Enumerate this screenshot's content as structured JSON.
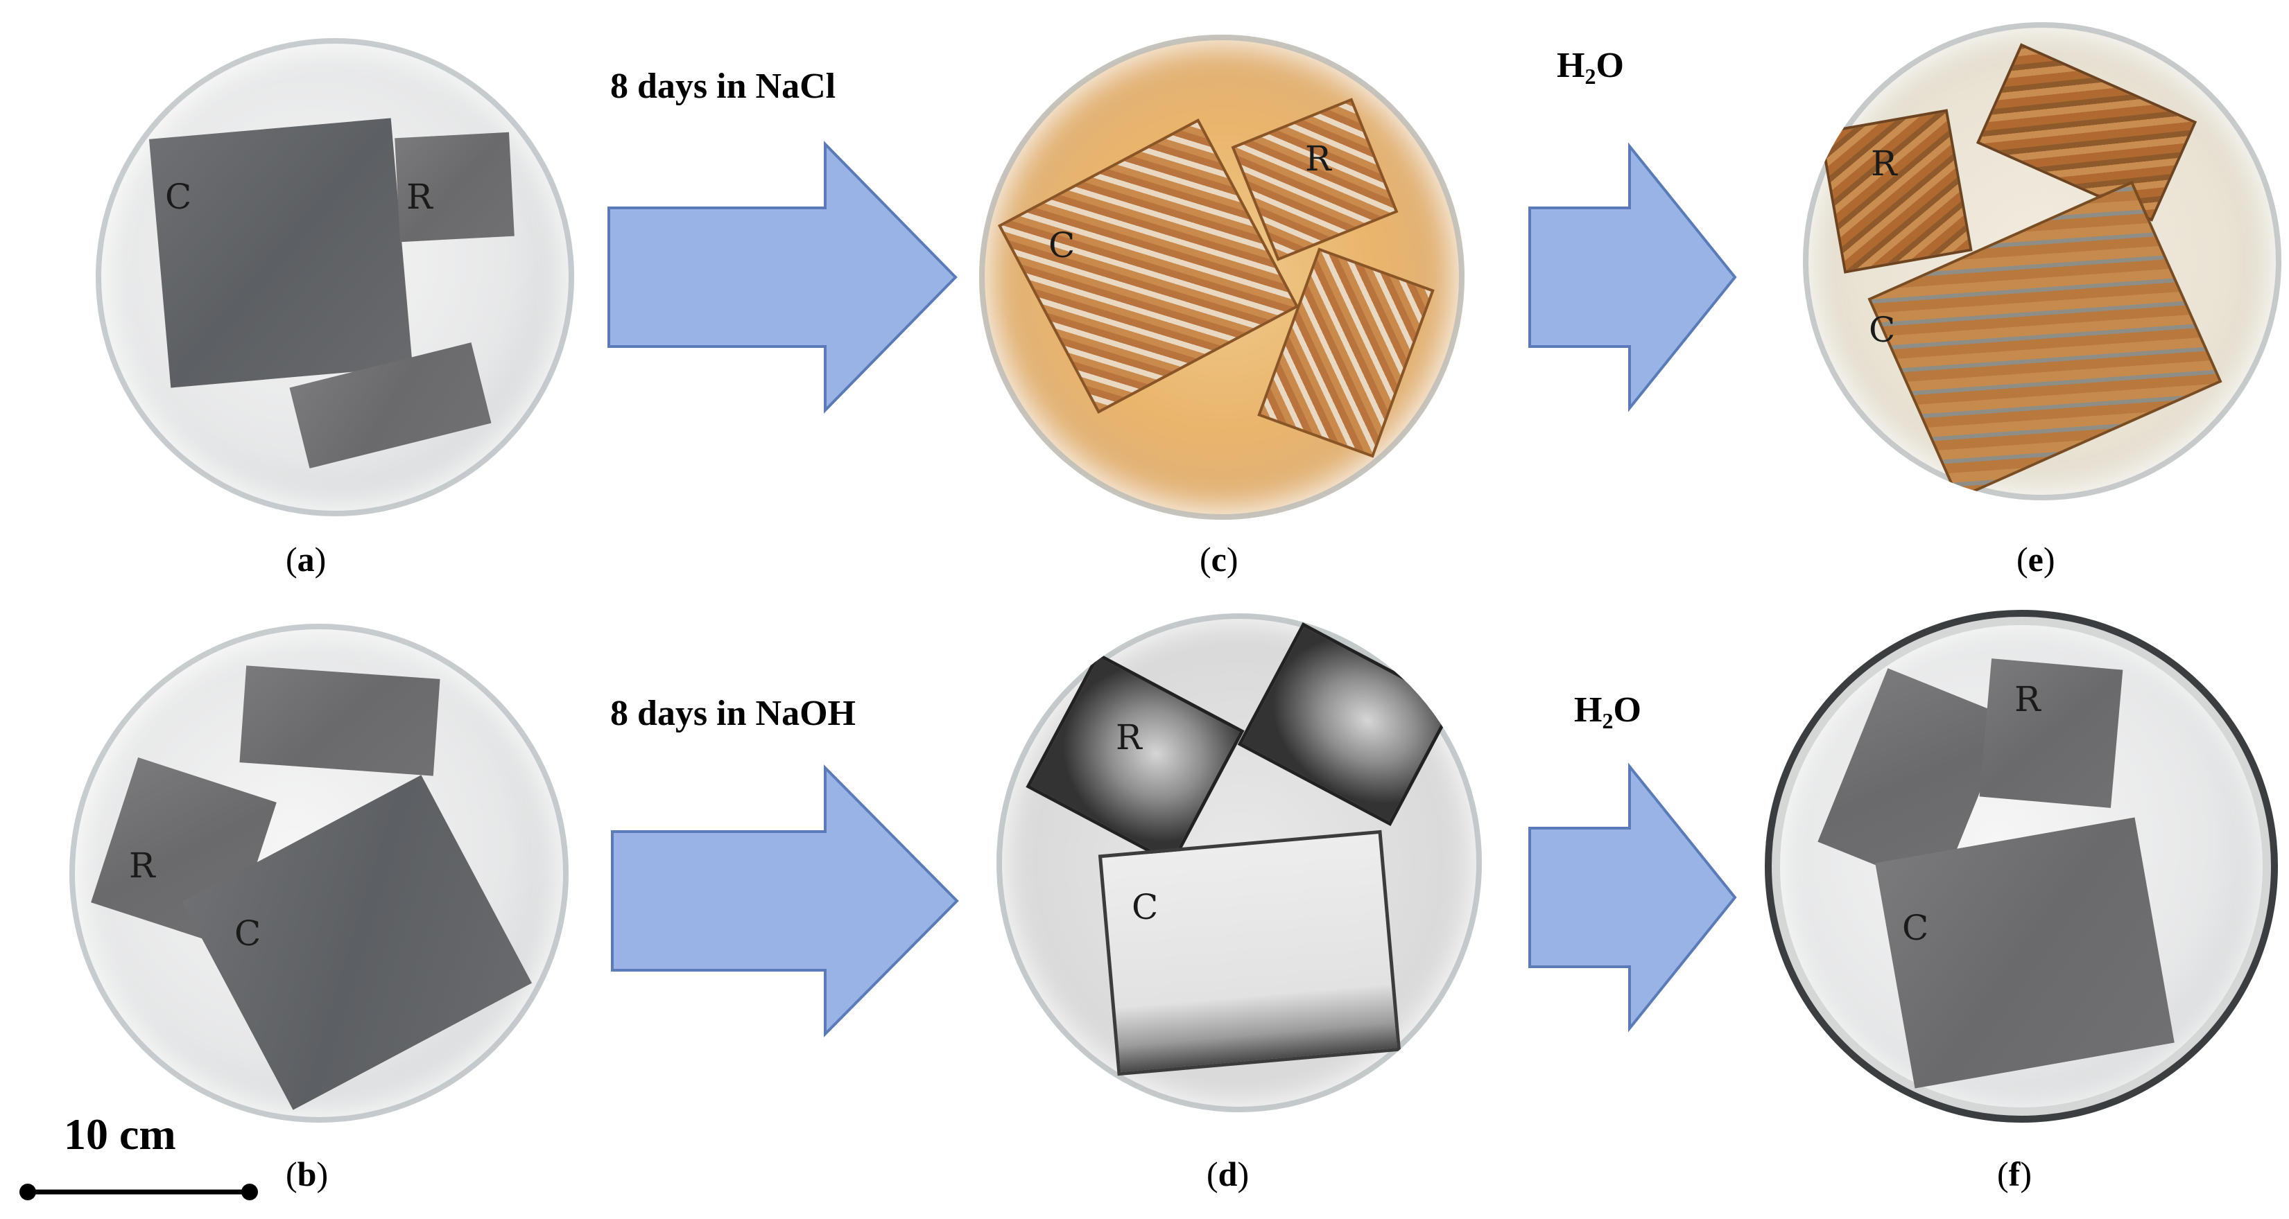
{
  "panels": {
    "a": {
      "caption_letter": "a",
      "labels": {
        "c": "C",
        "r": "R"
      }
    },
    "b": {
      "caption_letter": "b",
      "labels": {
        "c": "C",
        "r": "R"
      }
    },
    "c": {
      "caption_letter": "c",
      "labels": {
        "c": "C",
        "r": "R"
      }
    },
    "d": {
      "caption_letter": "d",
      "labels": {
        "c": "C",
        "r": "R"
      }
    },
    "e": {
      "caption_letter": "e",
      "labels": {
        "c": "C",
        "r": "R"
      }
    },
    "f": {
      "caption_letter": "f",
      "labels": {
        "c": "C",
        "r": "R"
      }
    }
  },
  "arrows": {
    "top_first": {
      "label": "8 days in NaCl"
    },
    "bottom_first": {
      "label": "8 days in NaOH"
    },
    "top_second": {
      "label_main": "H",
      "label_sub": "2",
      "label_tail": "O"
    },
    "bottom_second": {
      "label_main": "H",
      "label_sub": "2",
      "label_tail": "O"
    }
  },
  "scale_bar": {
    "label": "10 cm"
  },
  "colors": {
    "arrow_fill": "#99b3e6",
    "arrow_stroke": "#5a7bb8"
  }
}
